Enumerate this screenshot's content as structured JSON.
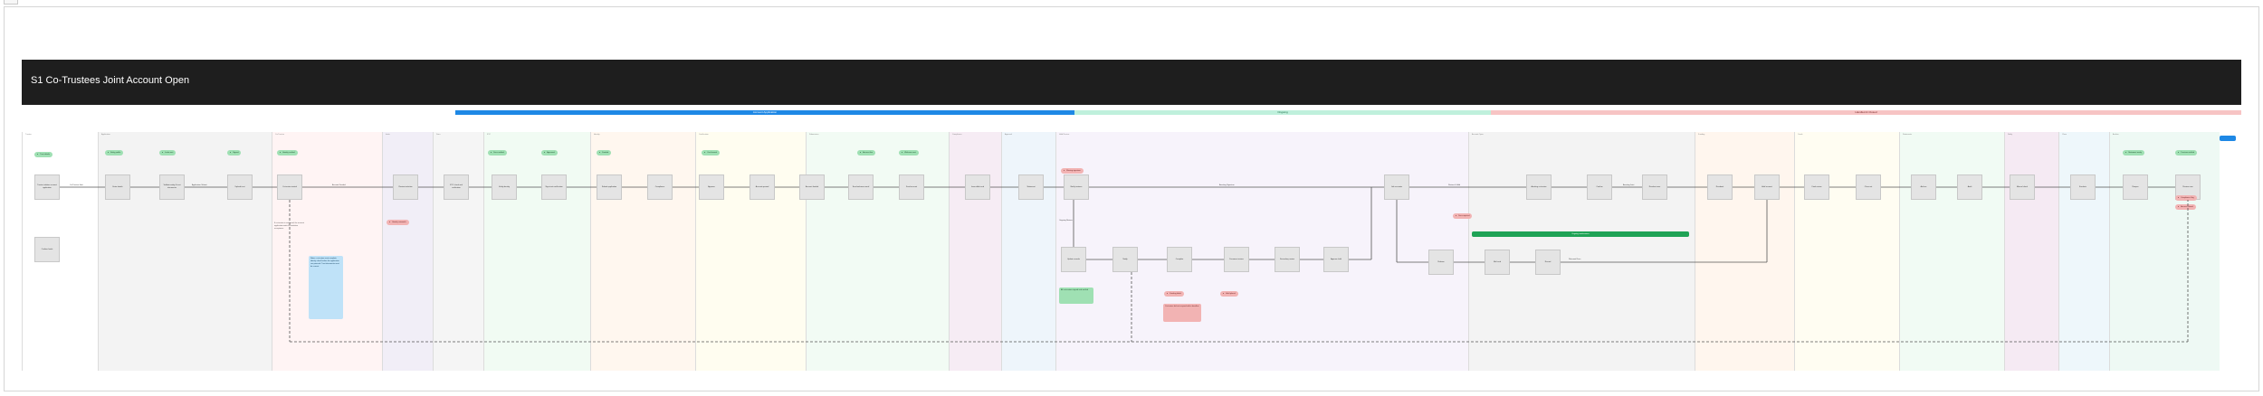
{
  "header": {
    "title": "S1 Co-Trustees Joint Account Open"
  },
  "phases": [
    {
      "label": "Account Application",
      "color": "#1e88e5",
      "text_color": "#ffffff"
    },
    {
      "label": "Ongoing",
      "color": "#bff0dc",
      "text_color": "#1a6b45"
    },
    {
      "label": "Handled & Closed",
      "color": "#f7c4c4",
      "text_color": "#7a2a2a"
    }
  ],
  "flow_labels": {
    "t1": "Co-Trustee Joint",
    "t2": "Application Submit",
    "t3": "Account Funded",
    "t4": "Awaiting Signature",
    "t5": "Review & Hold",
    "t6": "Awaiting Joint",
    "t7": "Returned Docs",
    "t8": "Ongoing Review"
  },
  "steps": [
    {
      "label": "Trustee initiates account application"
    },
    {
      "label": "Enter details"
    },
    {
      "label": "Validate entity & trust documents"
    },
    {
      "label": "Upload trust"
    },
    {
      "label": "Co-trustee invited"
    },
    {
      "label": "Review invitation"
    },
    {
      "label": "KYC check and verification"
    },
    {
      "label": "Verify identity"
    },
    {
      "label": "Sign trust certification"
    },
    {
      "label": "Submit application"
    },
    {
      "label": "Compliance"
    },
    {
      "label": "Approve"
    },
    {
      "label": "Account opened"
    },
    {
      "label": "Account funded"
    },
    {
      "label": "Send welcome email"
    },
    {
      "label": "Fund account"
    },
    {
      "label": "Issue debit card"
    },
    {
      "label": "Statement"
    },
    {
      "label": "Notify trustees"
    },
    {
      "label": "Link accounts"
    },
    {
      "label": "Awaiting co-trustee"
    },
    {
      "label": "Confirm"
    },
    {
      "label": "Resolve issue"
    },
    {
      "label": "Resubmit"
    },
    {
      "label": "Hold account"
    },
    {
      "label": "Final review"
    },
    {
      "label": "Close out"
    },
    {
      "label": "Archive"
    },
    {
      "label": "Audit"
    },
    {
      "label": "Manual check"
    },
    {
      "label": "Escalate"
    },
    {
      "label": "Reopen"
    },
    {
      "label": "Review case"
    },
    {
      "label": "Confirm funds"
    },
    {
      "label": "Update records"
    },
    {
      "label": "Notify"
    },
    {
      "label": "Complete"
    },
    {
      "label": "Document review"
    },
    {
      "label": "Secondary review"
    },
    {
      "label": "Approve hold"
    },
    {
      "label": "Release"
    },
    {
      "label": "Mail card"
    },
    {
      "label": "Record"
    }
  ],
  "tags": {
    "green": [
      "Trust details",
      "Entity profile",
      "Invite sent",
      "Signed",
      "Identity verified",
      "Docs verified",
      "Approved",
      "Funded",
      "Card issued",
      "Account live",
      "Welcome sent",
      "Statement ready",
      "Trustees notified"
    ],
    "red": [
      "Identity mismatch",
      "Missing signature",
      "Docs rejected",
      "Funding failed",
      "Hold placed",
      "Compliance flag",
      "Account closed"
    ]
  },
  "notes": {
    "blue_note": "Notes: co-trustee must complete identity check before the application can proceed. Trust documents must be current.",
    "green_note": "All co-trustees signed and verified",
    "red_note": "Co-trustee did not respond within deadline",
    "plain_note": "If co-trustee is not found, the account application waits for invitation acceptance"
  },
  "green_bar_label": "Ongoing maintenance",
  "lanes": [
    {
      "label": "Trustee",
      "tint": "#ffffff"
    },
    {
      "label": "Application",
      "tint": "#f3f3f3"
    },
    {
      "label": "Co-Trustee",
      "tint": "#fff4f4"
    },
    {
      "label": "Invite",
      "tint": "#f1eef7"
    },
    {
      "label": "Docs",
      "tint": "#f5f5f5"
    },
    {
      "label": "KYC",
      "tint": "#f1fbf3"
    },
    {
      "label": "Identity",
      "tint": "#fff7ef"
    },
    {
      "label": "Certification",
      "tint": "#fffdf0"
    },
    {
      "label": "Submission",
      "tint": "#f2fbf4"
    },
    {
      "label": "Compliance",
      "tint": "#f6ecf4"
    },
    {
      "label": "Approval",
      "tint": "#eef5fb"
    },
    {
      "label": "Hold Review",
      "tint": "#f7f3fb"
    },
    {
      "label": "Account Open",
      "tint": "#f3f3f3"
    },
    {
      "label": "Funding",
      "tint": "#fff6ee"
    },
    {
      "label": "Cards",
      "tint": "#fffdf2"
    },
    {
      "label": "Statements",
      "tint": "#f1fbf4"
    },
    {
      "label": "Notify",
      "tint": "#f5eaf3"
    },
    {
      "label": "Close",
      "tint": "#eef7fb"
    },
    {
      "label": "Archive",
      "tint": "#eef9f4"
    }
  ]
}
